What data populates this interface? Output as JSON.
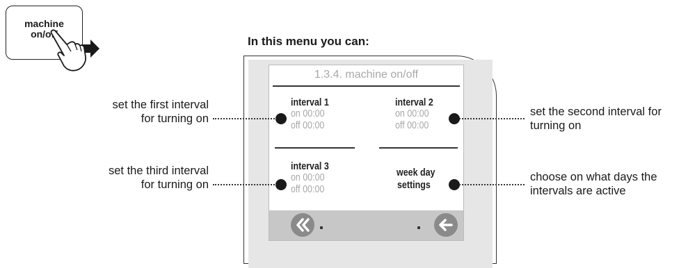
{
  "button": {
    "line1": "machine",
    "line2": "on/off"
  },
  "heading": "In this menu you can:",
  "screen": {
    "title": "1.3.4. machine on/off",
    "interval1": {
      "title": "interval 1",
      "on": "on 00:00",
      "off": "off 00:00"
    },
    "interval2": {
      "title": "interval 2",
      "on": "on 00:00",
      "off": "off 00:00"
    },
    "interval3": {
      "title": "interval 3",
      "on": "on 00:00",
      "off": "off 00:00"
    },
    "weekday": {
      "line1": "week day",
      "line2": "settings"
    },
    "nav": {
      "left_icon": "double-chevron-left-icon",
      "right_icon": "arrow-left-icon"
    }
  },
  "descriptions": {
    "first": {
      "line1": "set the first interval",
      "line2": "for turning on"
    },
    "third": {
      "line1": "set the third interval",
      "line2": "for turning on"
    },
    "second": {
      "line1": "set the second interval for",
      "line2": "turning on"
    },
    "days": {
      "line1": "choose on what days the",
      "line2": "intervals are active"
    }
  },
  "colors": {
    "screen_gray_text": "#a8a8a8",
    "bottom_bar": "#c7c7c7",
    "nav_circle": "#8a8a8a"
  }
}
